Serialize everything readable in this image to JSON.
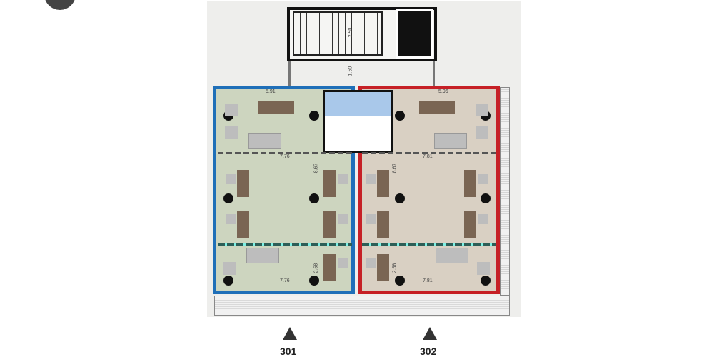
{
  "units": [
    {
      "label": "301",
      "color": "#1f6fb8"
    },
    {
      "label": "302",
      "color": "#c62026"
    }
  ],
  "dimensions": {
    "stair_depth": "2.50",
    "corridor_depth": "1.50",
    "unit_301_top_width": "5.91",
    "unit_302_top_width": "5.96",
    "unit_301_mid_width": "7.76",
    "unit_302_mid_width": "7.81",
    "unit_301_bottom_width": "7.76",
    "unit_302_bottom_width": "7.81",
    "unit_301_height": "8.67",
    "unit_302_height": "8.67",
    "unit_301_bottom_depth": "2.58",
    "unit_302_bottom_depth": "2.58"
  }
}
